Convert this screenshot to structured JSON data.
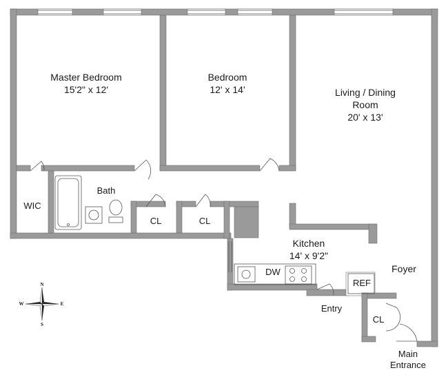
{
  "rooms": {
    "master_bedroom": {
      "name": "Master Bedroom",
      "size": "15'2\" x 12'"
    },
    "bedroom": {
      "name": "Bedroom",
      "size": "12' x 14'"
    },
    "living_dining": {
      "name_line1": "Living / Dining",
      "name_line2": "Room",
      "size": "20' x 13'"
    },
    "bath": {
      "name": "Bath"
    },
    "wic": {
      "name": "WIC"
    },
    "closet_1": {
      "name": "CL"
    },
    "closet_2": {
      "name": "CL"
    },
    "kitchen": {
      "name": "Kitchen",
      "size": "14' x 9'2\""
    },
    "foyer": {
      "name": "Foyer"
    },
    "entry": {
      "name": "Entry"
    },
    "closet_3": {
      "name": "CL"
    },
    "main_entrance": {
      "name_line1": "Main",
      "name_line2": "Entrance"
    }
  },
  "fixtures": {
    "dishwasher": "DW",
    "refrigerator": "REF"
  },
  "compass": {
    "north": "N",
    "south": "S",
    "east": "E",
    "west": "W"
  },
  "colors": {
    "wall": "#9a9a9a",
    "wall_outline": "#6f6f6f",
    "fixture": "#555555"
  }
}
